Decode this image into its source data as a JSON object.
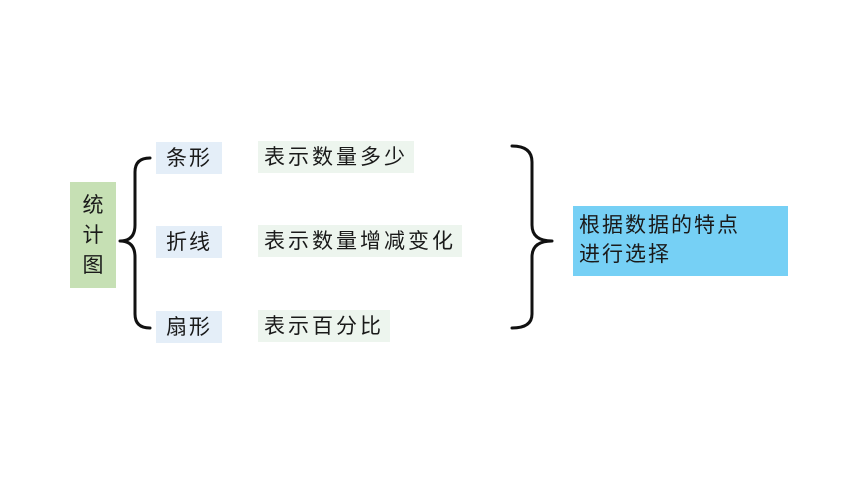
{
  "root": {
    "label": "统计图"
  },
  "chart_types": [
    {
      "name": "条形",
      "description": "表示数量多少"
    },
    {
      "name": "折线",
      "description": "表示数量增减变化"
    },
    {
      "name": "扇形",
      "description": "表示百分比"
    }
  ],
  "conclusion": {
    "line1": "根据数据的特点",
    "line2": "进行选择"
  },
  "colors": {
    "root_bg": "#c6e0b4",
    "type_bg": "#e4eef8",
    "desc_bg": "#edf5ee",
    "conclusion_bg": "#76d0f5",
    "brace": "#111111"
  }
}
